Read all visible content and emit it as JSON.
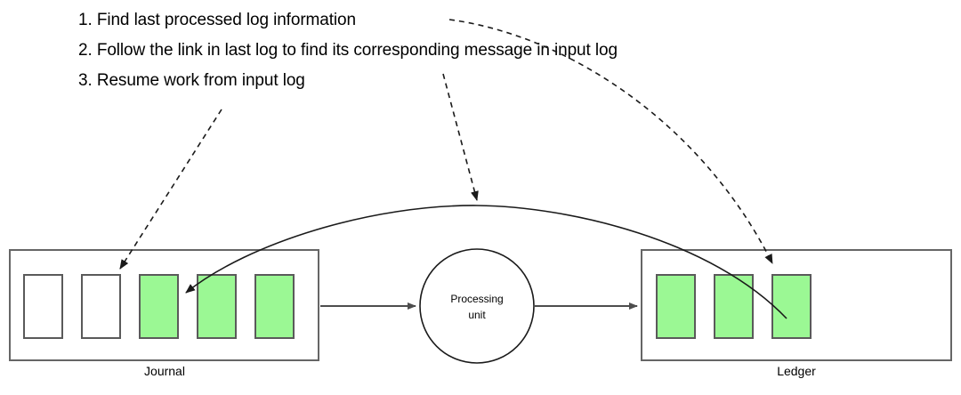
{
  "steps": [
    {
      "id": "step-1",
      "text": "1. Find last processed log information"
    },
    {
      "id": "step-2",
      "text": "2. Follow the link in last log to find its corresponding message in input log"
    },
    {
      "id": "step-3",
      "text": "3. Resume work from input log"
    }
  ],
  "nodes": {
    "journal": {
      "label": "Journal",
      "cells": [
        {
          "state": "empty"
        },
        {
          "state": "empty"
        },
        {
          "state": "filled"
        },
        {
          "state": "filled"
        },
        {
          "state": "filled"
        }
      ]
    },
    "processing_unit": {
      "label_line1": "Processing",
      "label_line2": "unit"
    },
    "ledger": {
      "label": "Ledger",
      "cells": [
        {
          "state": "filled"
        },
        {
          "state": "filled"
        },
        {
          "state": "filled"
        }
      ]
    }
  },
  "connectors": [
    {
      "id": "journal-to-unit",
      "kind": "solid-arrow",
      "from": "journal",
      "to": "processing_unit"
    },
    {
      "id": "unit-to-ledger",
      "kind": "solid-arrow",
      "from": "processing_unit",
      "to": "ledger"
    },
    {
      "id": "ledger-to-journal-link",
      "kind": "solid-curve-arrow",
      "from": "ledger",
      "to": "journal"
    },
    {
      "id": "step1-to-ledger",
      "kind": "dashed-curve-arrow",
      "from": "step-1",
      "to": "ledger"
    },
    {
      "id": "step2-to-link-curve",
      "kind": "dashed-arrow",
      "from": "step-2",
      "to": "ledger-to-journal-link"
    },
    {
      "id": "step3-to-journal",
      "kind": "dashed-arrow",
      "from": "step-3",
      "to": "journal"
    }
  ],
  "colors": {
    "filled_cell": "#9bf894",
    "cell_stroke": "#5a5a5a",
    "container_stroke": "#666666",
    "line": "#1a1a1a",
    "flow_line": "#4d4d4d",
    "background": "#ffffff",
    "text": "#000000"
  }
}
